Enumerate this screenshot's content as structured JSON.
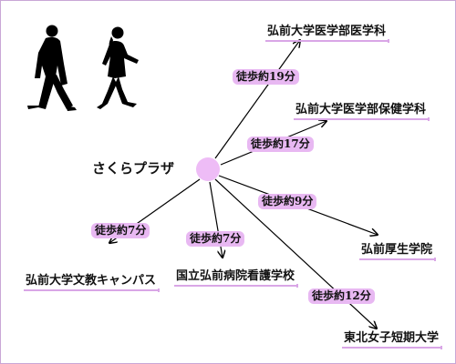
{
  "diagram": {
    "hub": {
      "label": "さくらプラザ",
      "color": "#eebcf6"
    },
    "routes": [
      {
        "destination": "弘前大学医学部医学科",
        "time": "徒歩約19分"
      },
      {
        "destination": "弘前大学医学部保健学科",
        "time": "徒歩約17分"
      },
      {
        "destination": "弘前厚生学院",
        "time": "徒歩約9分"
      },
      {
        "destination": "東北女子短期大学",
        "time": "徒歩約12分"
      },
      {
        "destination": "国立弘前病院看護学校",
        "time": "徒歩約7分"
      },
      {
        "destination": "弘前大学文教キャンパス",
        "time": "徒歩約7分"
      }
    ],
    "colors": {
      "label_bg": "#e8b8f2",
      "underline": "#d9a6e6",
      "frame": "#c9a6d6"
    },
    "icons": [
      "walking-man-icon",
      "walking-woman-icon"
    ]
  }
}
